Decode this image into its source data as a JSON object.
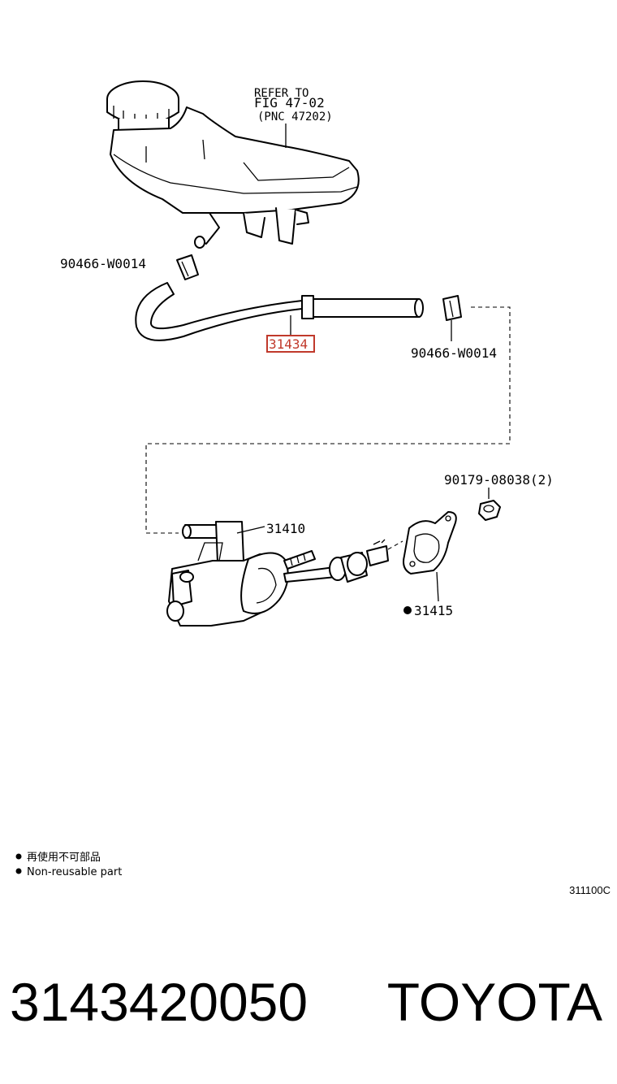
{
  "diagram": {
    "refer_line1": "REFER TO",
    "refer_line2": "FIG 47-02",
    "refer_line3": "(PNC 47202)",
    "labels": {
      "clip_left": "90466-W0014",
      "hose": "31434",
      "clip_right": "90466-W0014",
      "nut": "90179-08038(2)",
      "master_cylinder": "31410",
      "gasket": "31415"
    },
    "highlight_color": "#c0392b"
  },
  "legend": {
    "line1": "再使用不可部品",
    "line2": "Non-reusable part"
  },
  "figure_code": "311100C",
  "footer": {
    "part_number": "3143420050",
    "brand": "TOYOTA"
  }
}
